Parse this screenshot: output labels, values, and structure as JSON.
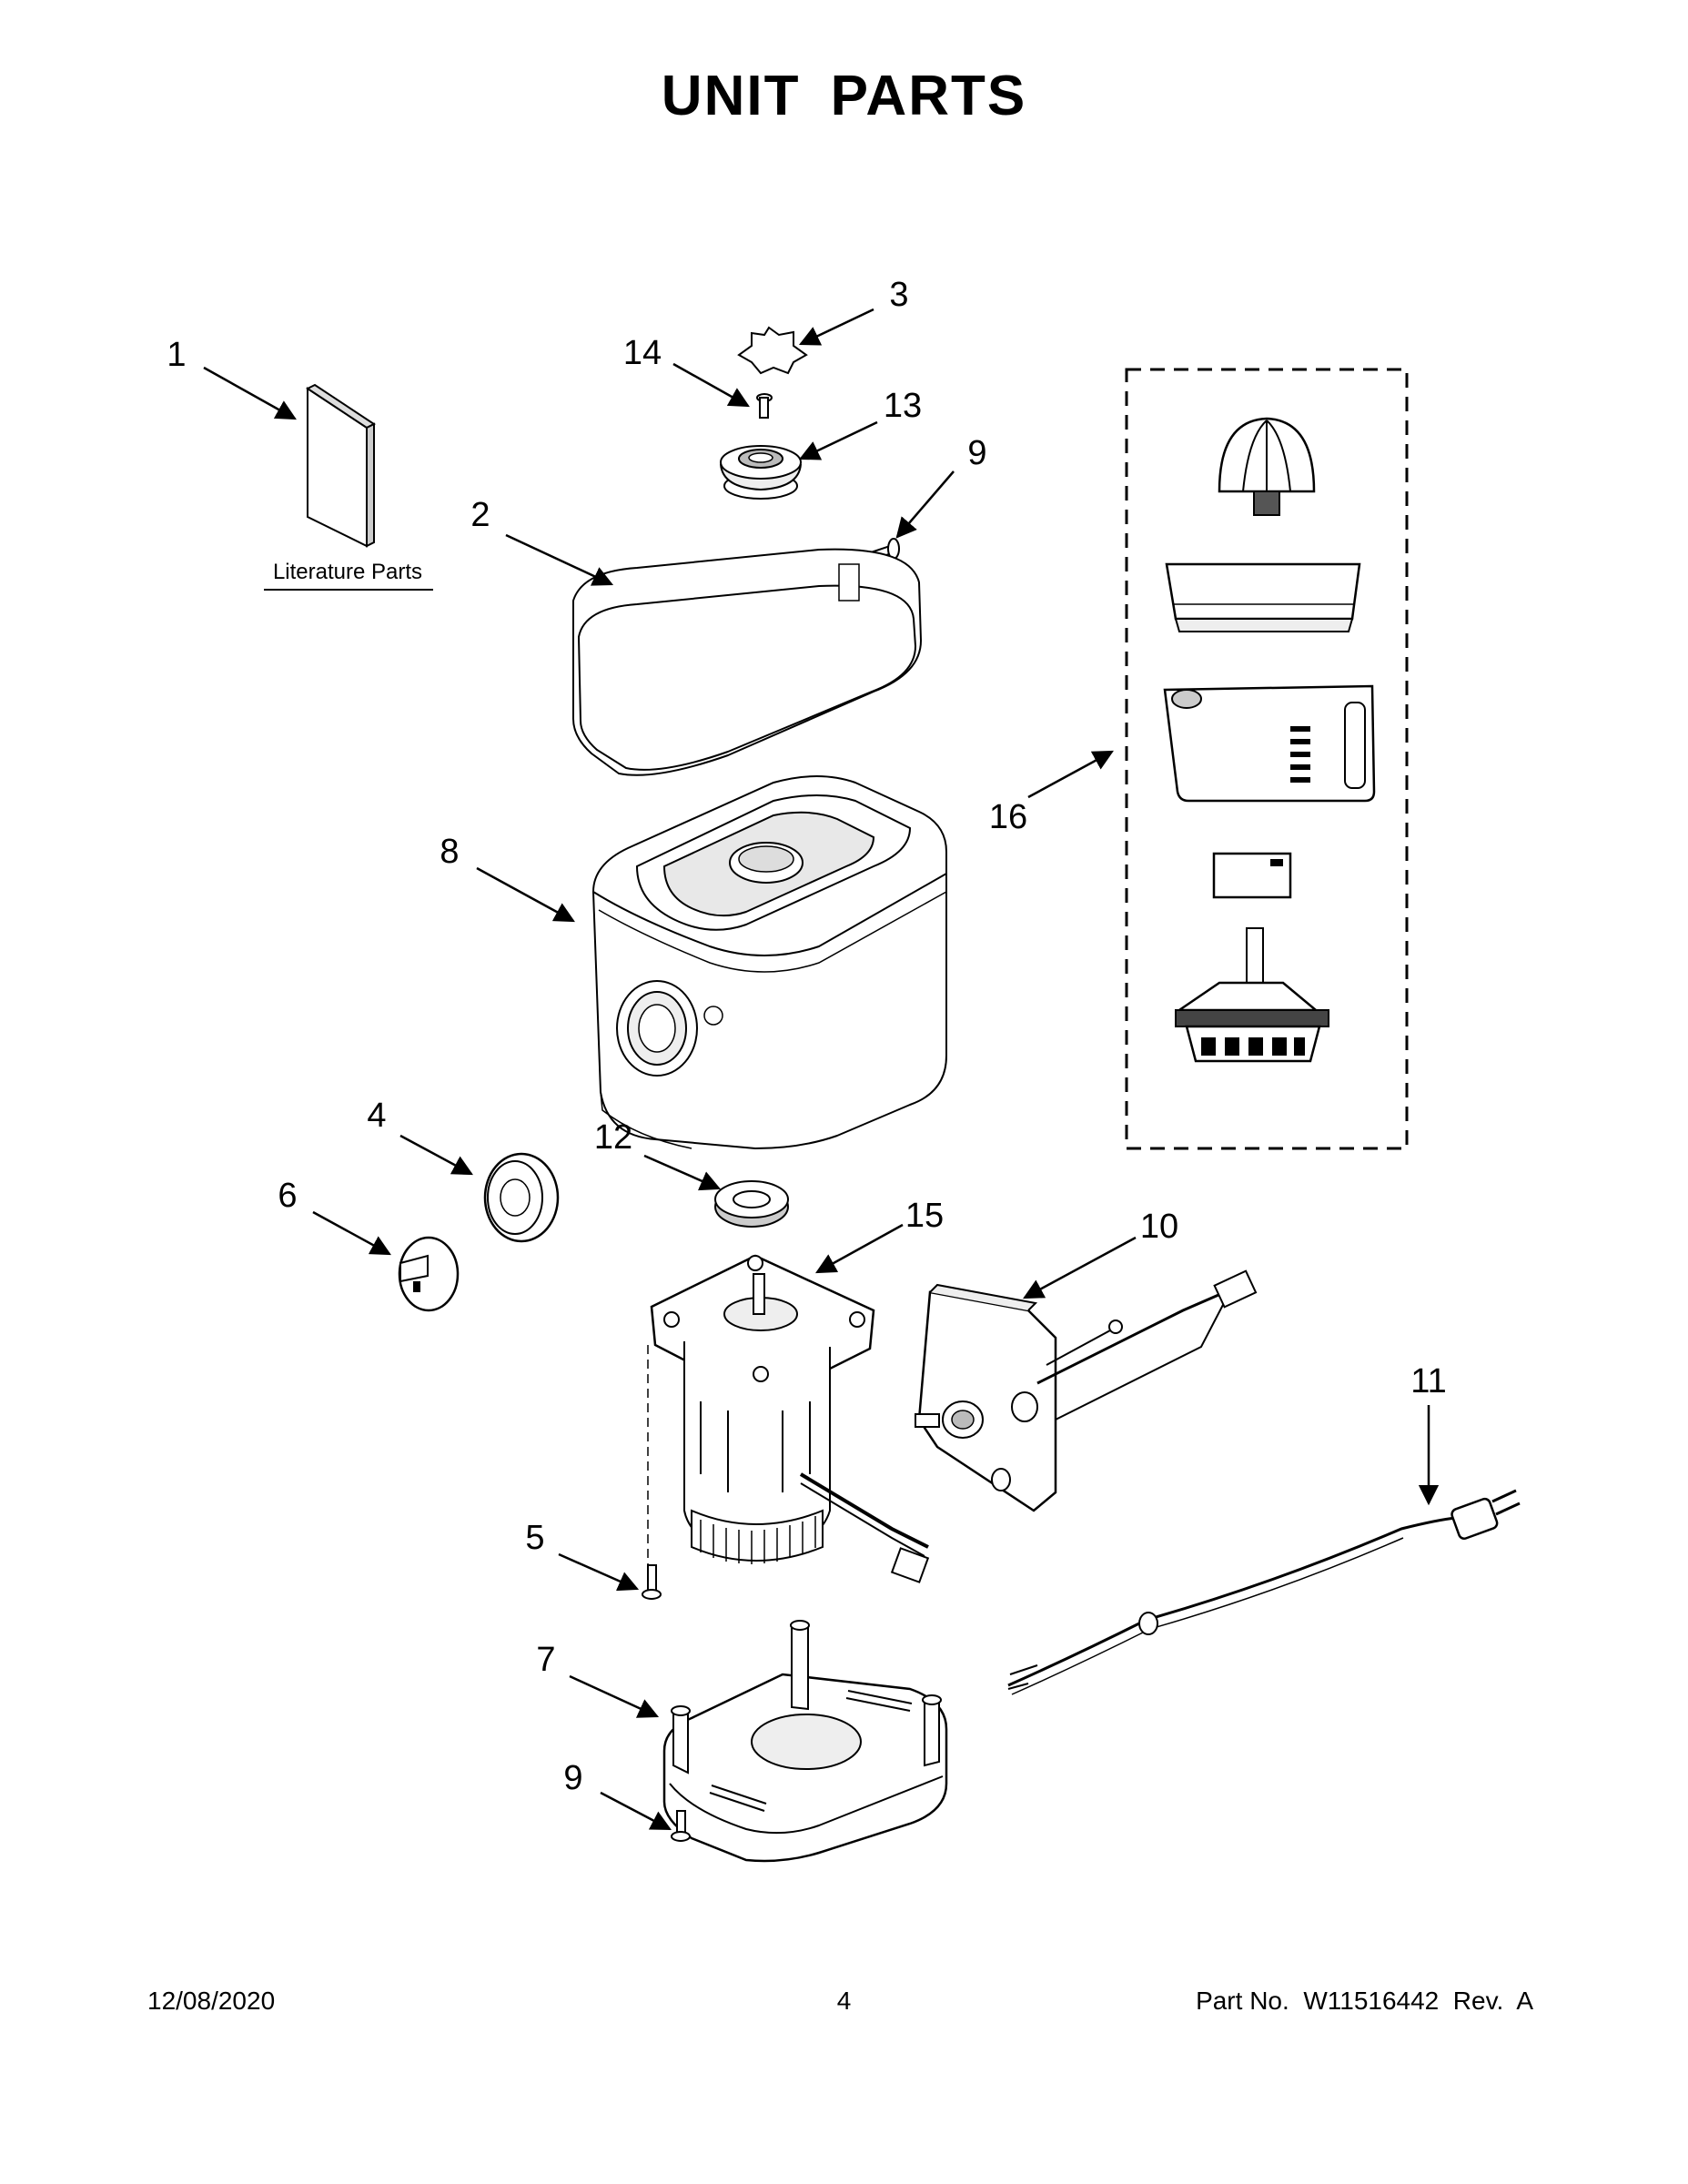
{
  "page": {
    "title": "UNIT PARTS"
  },
  "diagram": {
    "literature_label": "Literature Parts",
    "callouts": [
      {
        "id": "c1",
        "label": "1"
      },
      {
        "id": "c2",
        "label": "2"
      },
      {
        "id": "c3",
        "label": "3"
      },
      {
        "id": "c14",
        "label": "14"
      },
      {
        "id": "c13",
        "label": "13"
      },
      {
        "id": "c9a",
        "label": "9"
      },
      {
        "id": "c8",
        "label": "8"
      },
      {
        "id": "c16",
        "label": "16"
      },
      {
        "id": "c4",
        "label": "4"
      },
      {
        "id": "c12",
        "label": "12"
      },
      {
        "id": "c6",
        "label": "6"
      },
      {
        "id": "c15",
        "label": "15"
      },
      {
        "id": "c10",
        "label": "10"
      },
      {
        "id": "c11",
        "label": "11"
      },
      {
        "id": "c5",
        "label": "5"
      },
      {
        "id": "c7",
        "label": "7"
      },
      {
        "id": "c9b",
        "label": "9"
      }
    ]
  },
  "footer": {
    "date": "12/08/2020",
    "page_number": "4",
    "part_number": "Part No.  W11516442  Rev.  A"
  }
}
